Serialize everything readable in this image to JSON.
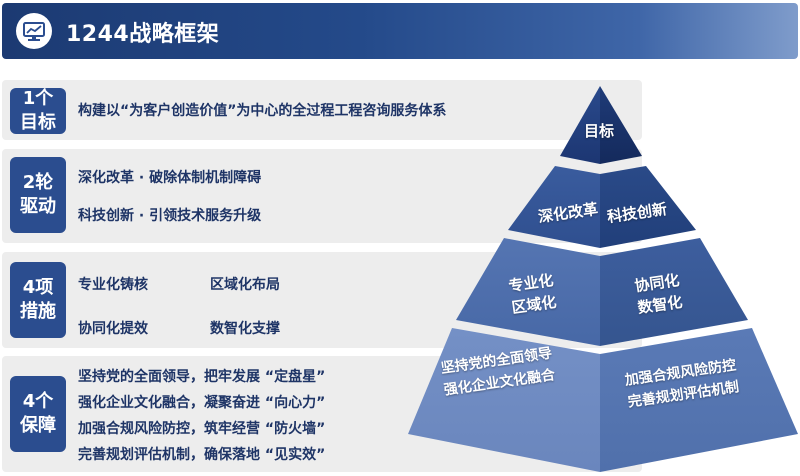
{
  "header": {
    "title": "1244战略框架",
    "icon": "monitor-chart-icon"
  },
  "rows": [
    {
      "tag": [
        "1个",
        "目标"
      ],
      "items": [
        "构建以“为客户创造价值”为中心的全过程工程咨询服务体系"
      ]
    },
    {
      "tag": [
        "2轮",
        "驱动"
      ],
      "items": [
        "深化改革 · 破除体制机制障碍",
        "科技创新 · 引领技术服务升级"
      ]
    },
    {
      "tag": [
        "4项",
        "措施"
      ],
      "items": [
        "专业化铸核",
        "区域化布局",
        "协同化提效",
        "数智化支撑"
      ]
    },
    {
      "tag": [
        "4个",
        "保障"
      ],
      "items": [
        "坚持党的全面领导，把牢发展 “定盘星”",
        "强化企业文化融合，凝聚奋进 “向心力”",
        "加强合规风险防控，筑牢经营 “防火墙”",
        "完善规划评估机制，确保落地 “见实效”"
      ]
    }
  ],
  "pyramid": {
    "top": "目标",
    "level2": {
      "left": "深化改革",
      "right": "科技创新"
    },
    "level3": {
      "left": [
        "专业化",
        "区域化"
      ],
      "right": [
        "协同化",
        "数智化"
      ]
    },
    "level4": {
      "left": [
        "坚持党的全面领导",
        "强化企业文化融合"
      ],
      "right": [
        "加强合规风险防控",
        "完善规划评估机制"
      ]
    }
  },
  "colors": {
    "header_dark": "#1c3a72",
    "tag_blue": "#2b4d8f",
    "text_blue": "#1e3466",
    "row_bg": "#ededed"
  }
}
